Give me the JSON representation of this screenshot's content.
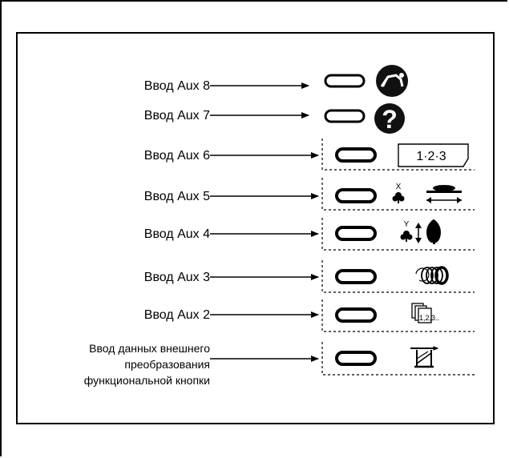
{
  "inputs": [
    {
      "label": "Ввод Aux 8",
      "icon": "runner-icon"
    },
    {
      "label": "Ввод Aux 7",
      "icon": "question-icon"
    },
    {
      "label": "Ввод Aux 6",
      "icon": "sequence-123-icon"
    },
    {
      "label": "Ввод Aux 5",
      "icon": "x-flip-icon"
    },
    {
      "label": "Ввод Aux 4",
      "icon": "y-flip-icon"
    },
    {
      "label": "Ввод Aux 3",
      "icon": "rotate-icon"
    },
    {
      "label": "Ввод Aux 2",
      "icon": "pages-icon"
    },
    {
      "label": "Ввод данных внешнего\nпреобразования\nфункциональной кнопки",
      "icon": "transform-icon"
    }
  ],
  "icon_text": {
    "sequence": "1·2·3",
    "x": "X",
    "y": "Y",
    "pages": "1,2,3..",
    "question": "?"
  }
}
